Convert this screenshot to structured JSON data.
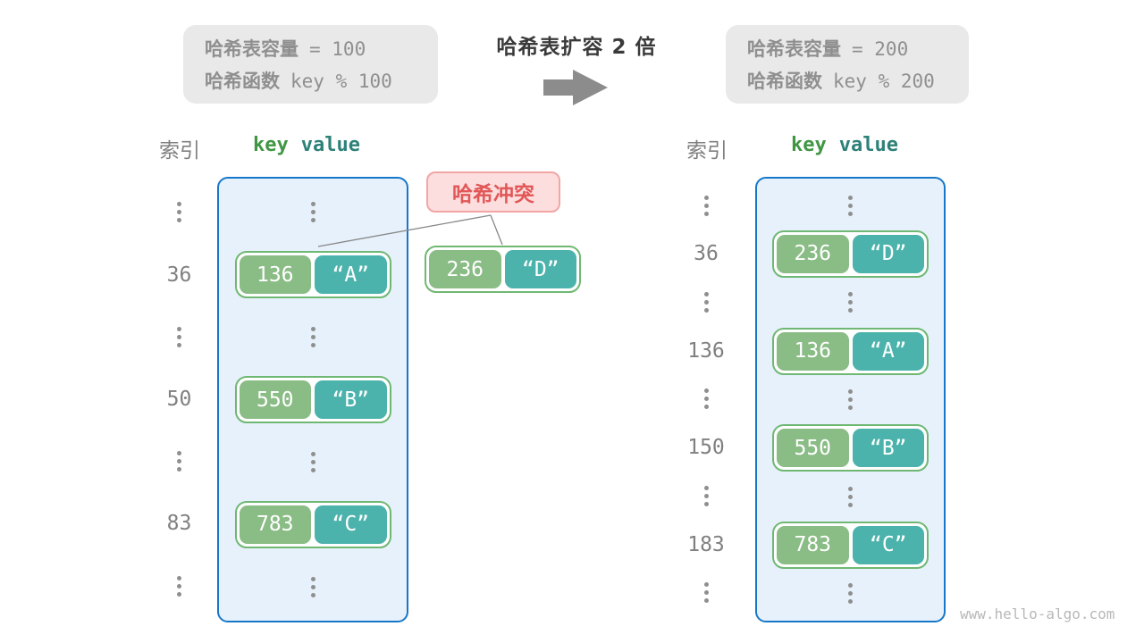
{
  "info_left": {
    "line1_label": "哈希表容量",
    "line1_value": "=  100",
    "line2_label": "哈希函数",
    "line2_value": "key % 100"
  },
  "info_right": {
    "line1_label": "哈希表容量",
    "line1_value": "=  200",
    "line2_label": "哈希函数",
    "line2_value": "key % 200"
  },
  "expand_title": "哈希表扩容 2 倍",
  "collision": {
    "label": "哈希冲突",
    "pair": {
      "key": "236",
      "value": "“D”"
    }
  },
  "left_table": {
    "index_header": "索引",
    "key_header": "key",
    "value_header": "value",
    "rows": [
      {
        "type": "ellipsis"
      },
      {
        "type": "pair",
        "index": "36",
        "key": "136",
        "value": "“A”"
      },
      {
        "type": "ellipsis"
      },
      {
        "type": "pair",
        "index": "50",
        "key": "550",
        "value": "“B”"
      },
      {
        "type": "ellipsis"
      },
      {
        "type": "pair",
        "index": "83",
        "key": "783",
        "value": "“C”"
      },
      {
        "type": "ellipsis"
      }
    ]
  },
  "right_table": {
    "index_header": "索引",
    "key_header": "key",
    "value_header": "value",
    "rows": [
      {
        "type": "ellipsis"
      },
      {
        "type": "pair",
        "index": "36",
        "key": "236",
        "value": "“D”"
      },
      {
        "type": "ellipsis"
      },
      {
        "type": "pair",
        "index": "136",
        "key": "136",
        "value": "“A”"
      },
      {
        "type": "ellipsis"
      },
      {
        "type": "pair",
        "index": "150",
        "key": "550",
        "value": "“B”"
      },
      {
        "type": "ellipsis"
      },
      {
        "type": "pair",
        "index": "183",
        "key": "783",
        "value": "“C”"
      },
      {
        "type": "ellipsis"
      }
    ]
  },
  "watermark": "www.hello-algo.com",
  "colors": {
    "key_box": "#8abc85",
    "value_box": "#4bb3ac",
    "pair_border": "#6fb873",
    "table_fill": "#e7f1fb",
    "table_border": "#1677c8",
    "info_fill": "#e9e9e9",
    "info_text": "#8f8f8f",
    "collision_fill": "#fcdede",
    "collision_border": "#f2a6a6",
    "collision_text": "#e25757",
    "hdr_key": "#3f9643",
    "hdr_value": "#2d8179",
    "arrow": "#8c8c8c",
    "connector": "#888888"
  }
}
